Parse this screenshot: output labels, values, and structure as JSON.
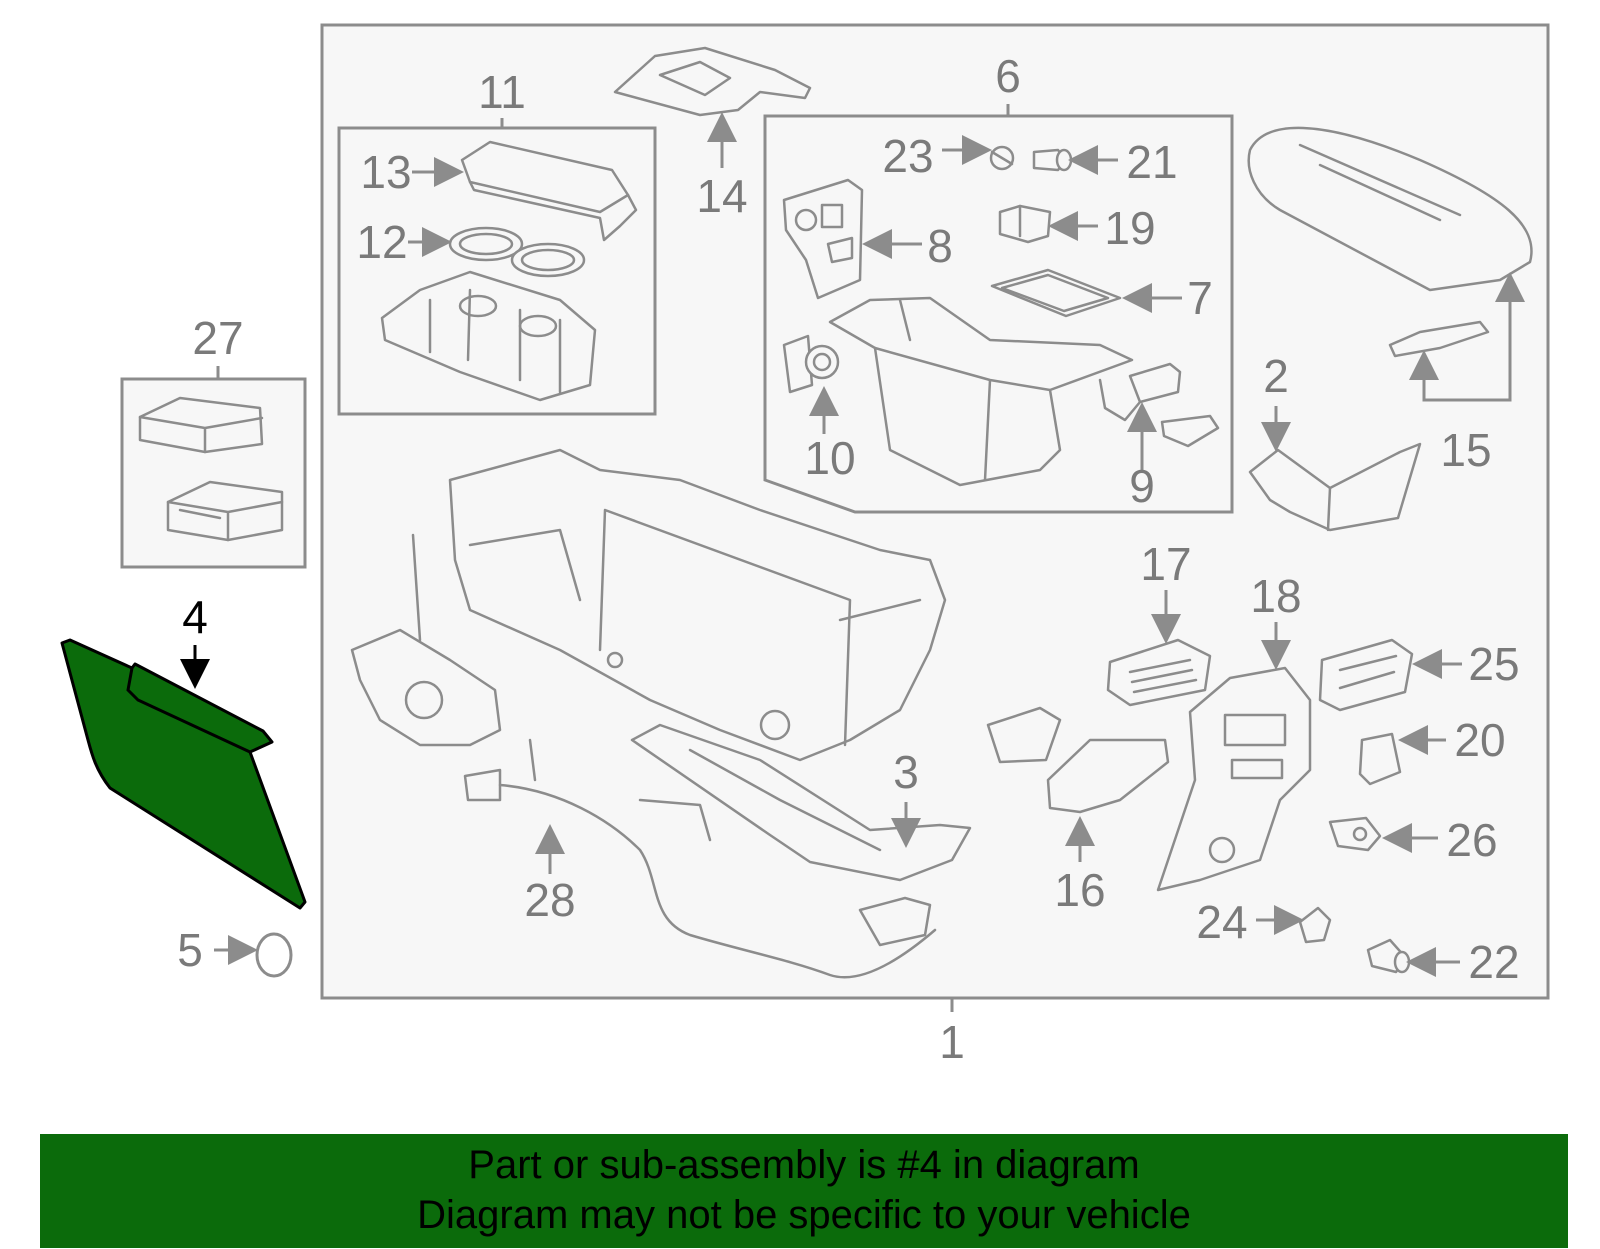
{
  "diagram": {
    "highlight_color": "#0b6b0b",
    "line_color": "#8c8c8c",
    "highlighted_part": "4",
    "callouts": [
      "1",
      "2",
      "3",
      "4",
      "5",
      "6",
      "7",
      "8",
      "9",
      "10",
      "11",
      "12",
      "13",
      "14",
      "15",
      "16",
      "17",
      "18",
      "19",
      "20",
      "21",
      "22",
      "23",
      "24",
      "25",
      "26",
      "27",
      "28"
    ]
  },
  "banner": {
    "line1": "Part or sub-assembly is #4 in diagram",
    "line2": "Diagram may not be specific to your vehicle"
  }
}
